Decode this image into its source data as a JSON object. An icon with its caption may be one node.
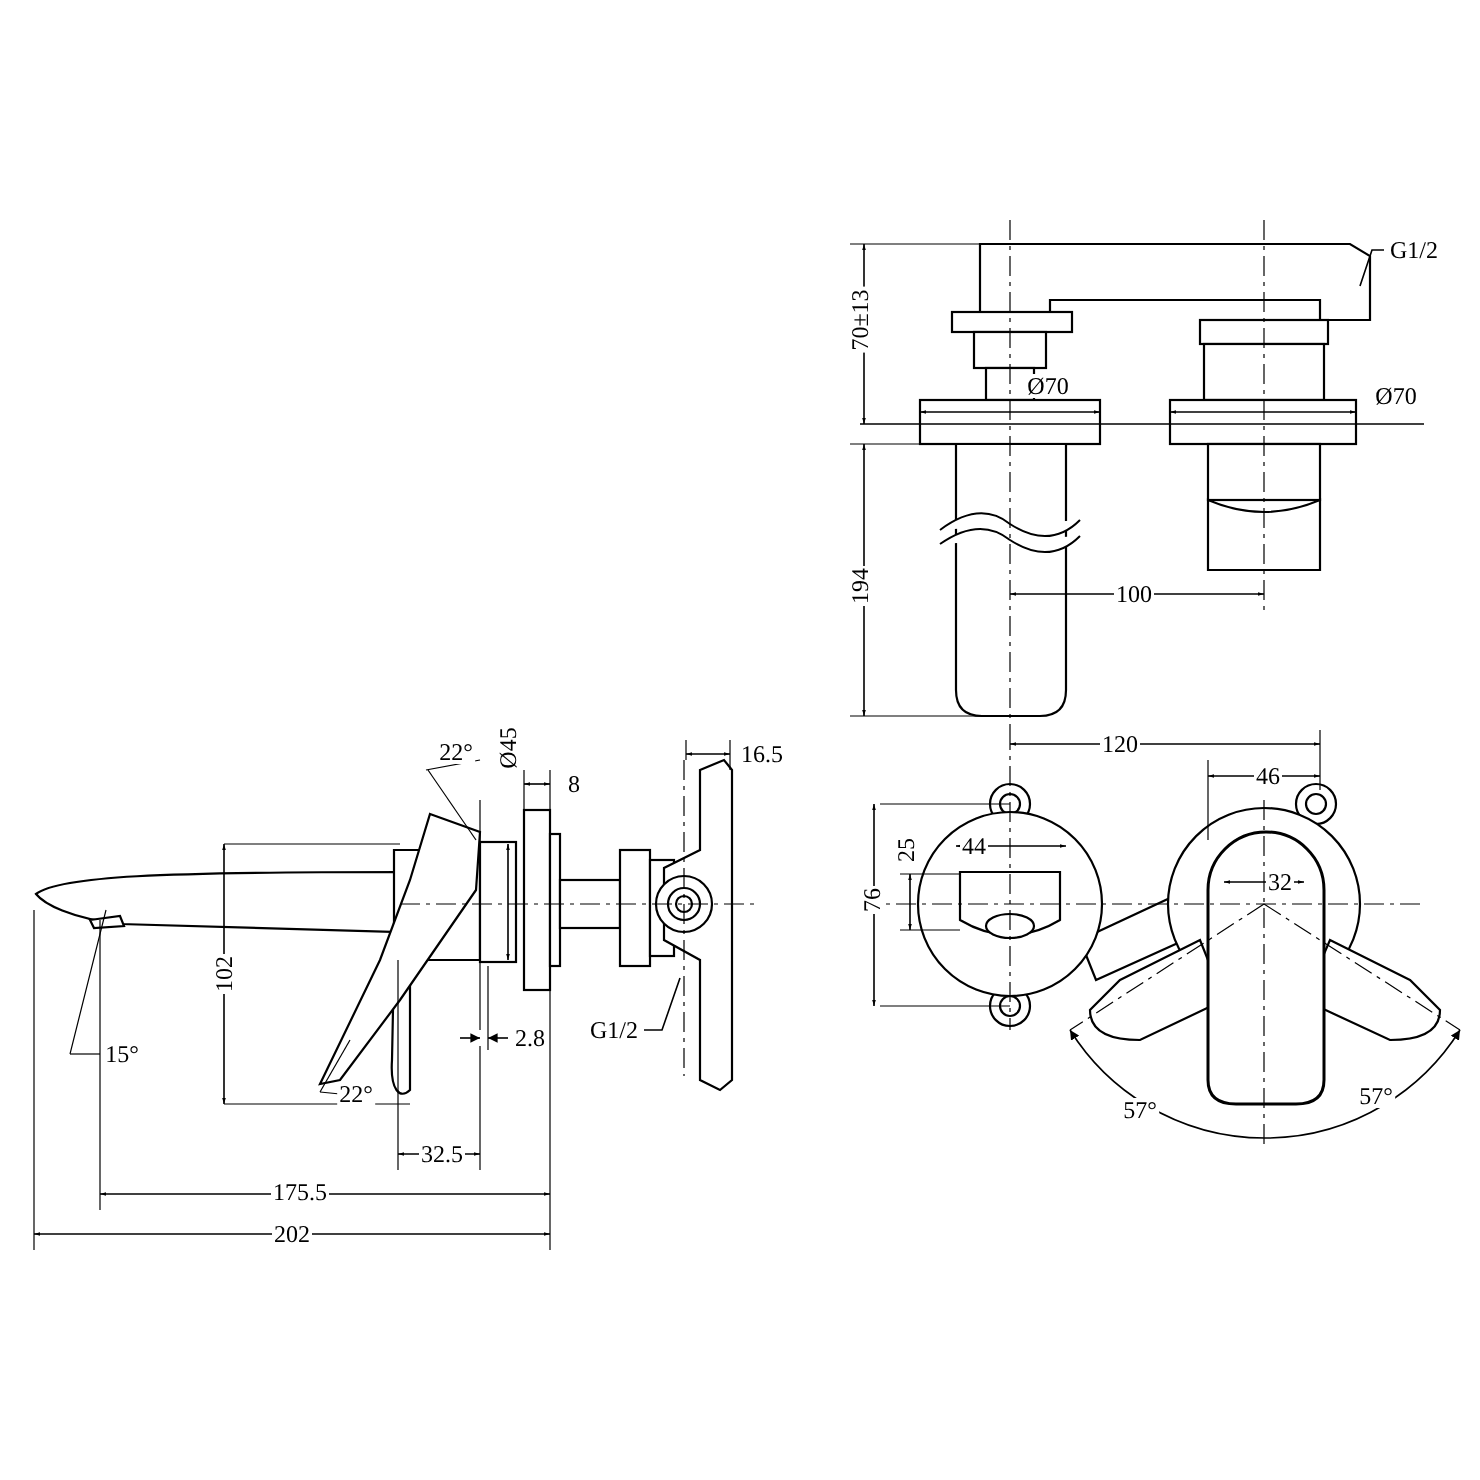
{
  "diagram": {
    "nodes": [
      {
        "text": [
          "G1/2"
        ]
      },
      {
        "text": [
          "G1/2"
        ]
      }
    ],
    "edges": [
      {
        "from": 0,
        "to": null,
        "arrow": "none"
      },
      {
        "from": 1,
        "to": null,
        "arrow": "none"
      }
    ],
    "labels": [
      "70±13",
      "Ø70",
      "Ø70",
      "194",
      "100",
      "22°",
      "Ø45",
      "8",
      "16.5",
      "102",
      "15°",
      "22°",
      "2.8",
      "32.5",
      "175.5",
      "202",
      "120",
      "46",
      "25",
      "44",
      "76",
      "32",
      "57°",
      "57°"
    ]
  }
}
